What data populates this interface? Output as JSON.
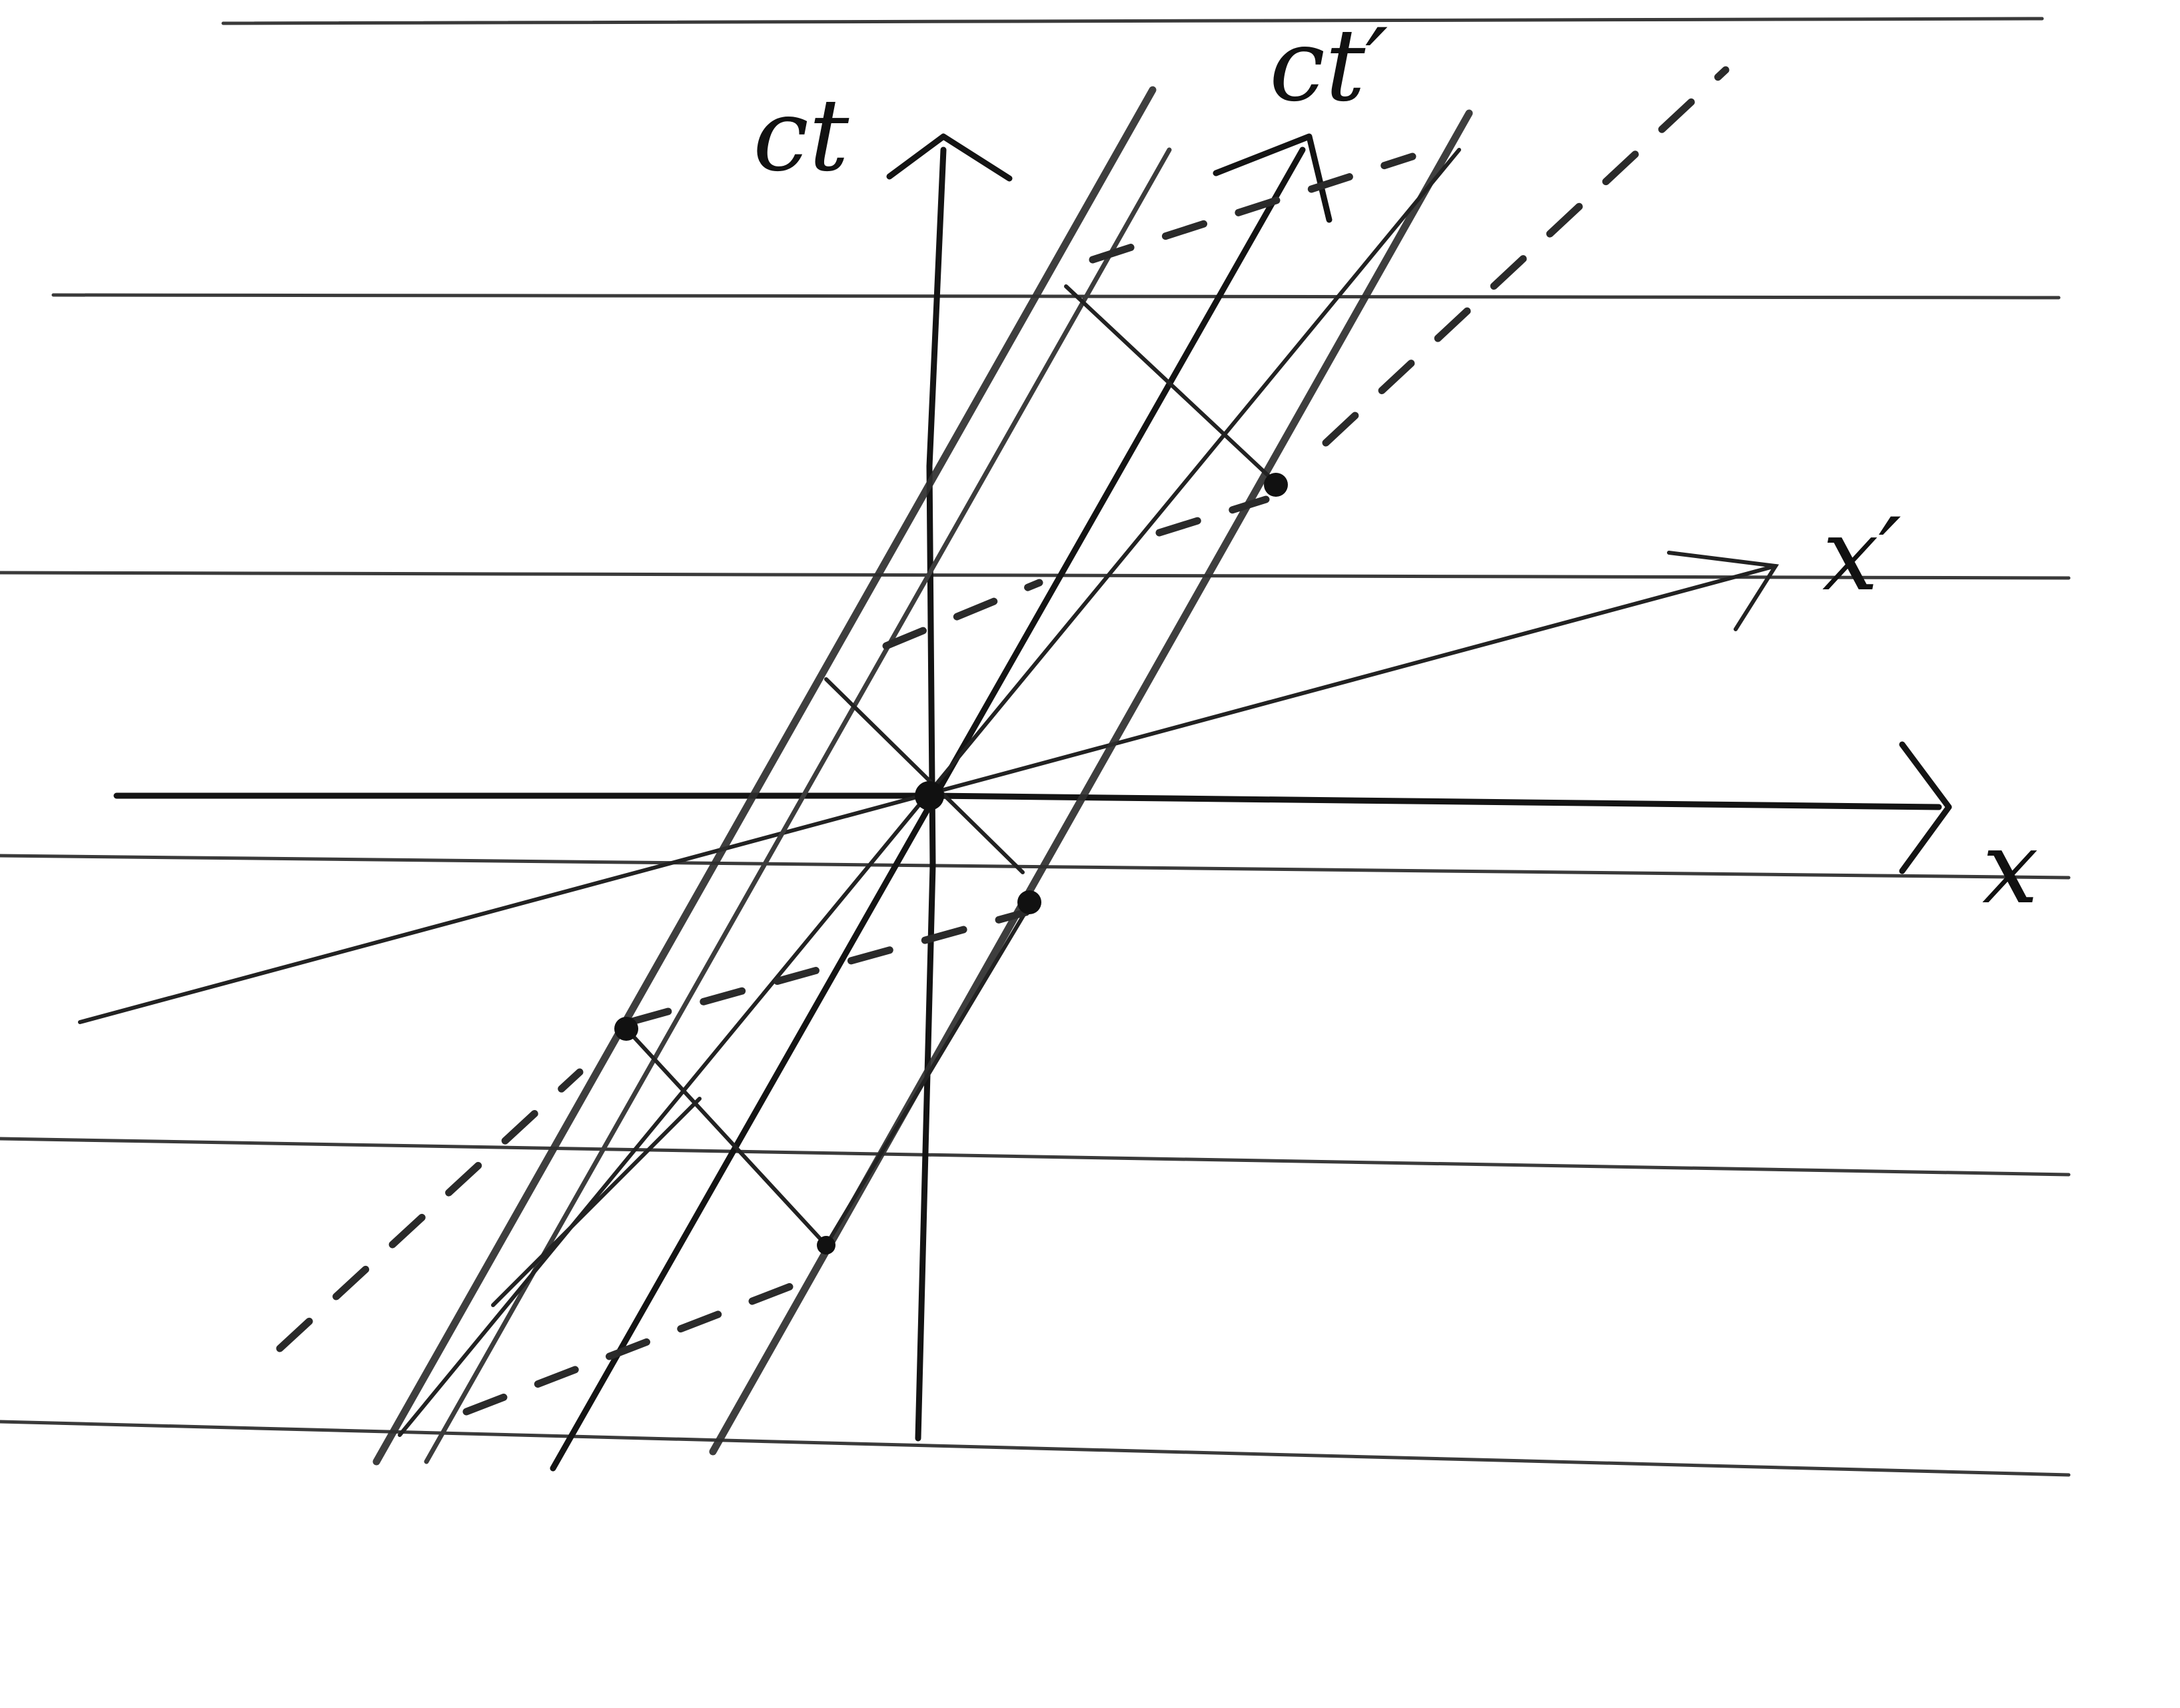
{
  "labels": {
    "ct": "ct",
    "ct_prime": "ct′",
    "x_prime": "x′",
    "x": "x"
  }
}
